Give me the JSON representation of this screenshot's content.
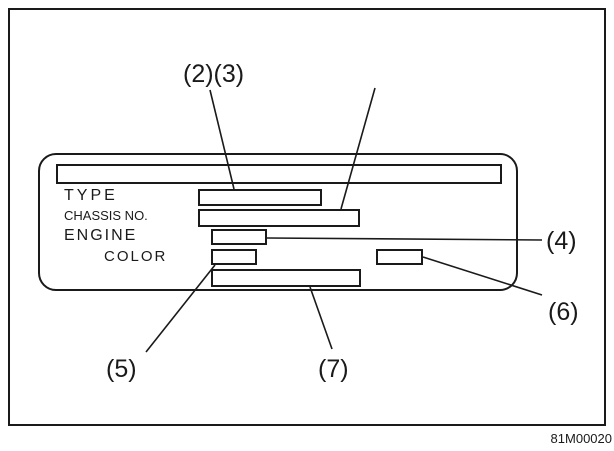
{
  "plate": {
    "labels": {
      "type": "TYPE",
      "chassis_no": "CHASSIS NO.",
      "engine": "ENGINE",
      "color": "COLOR"
    }
  },
  "callouts": {
    "c2_3": "(2)(3)",
    "c4": "(4)",
    "c5": "(5)",
    "c6": "(6)",
    "c7": "(7)"
  },
  "figure_code": "81M00020"
}
